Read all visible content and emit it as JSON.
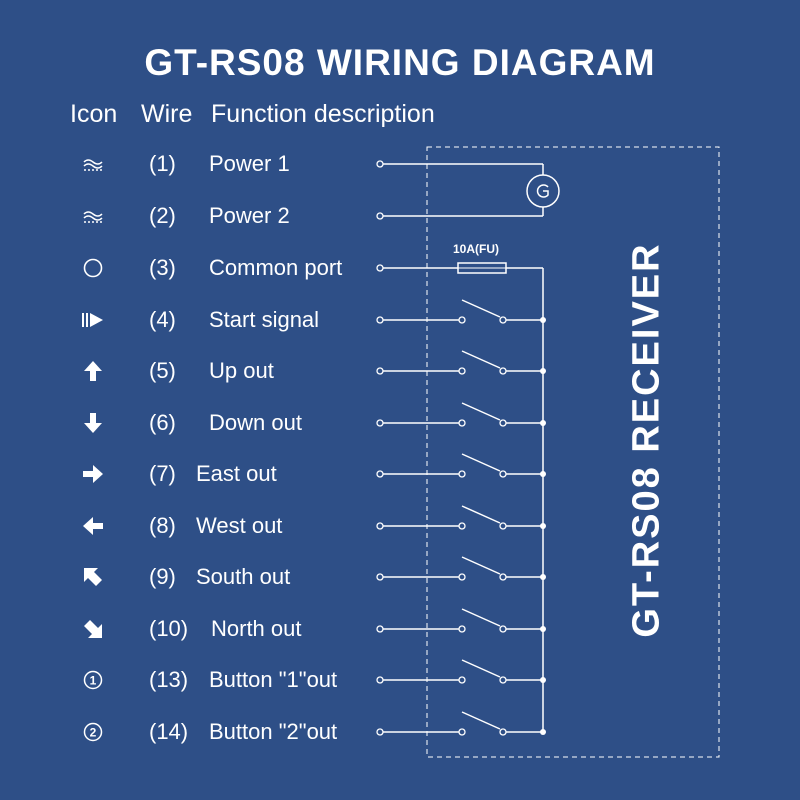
{
  "title": "GT-RS08 WIRING DIAGRAM",
  "headers": {
    "icon": "Icon",
    "wire": "Wire",
    "function": "Function description"
  },
  "rows": [
    {
      "icon": "ac-power-icon",
      "wire": "(1)",
      "function": "Power 1"
    },
    {
      "icon": "ac-power-icon",
      "wire": "(2)",
      "function": "Power 2"
    },
    {
      "icon": "circle-icon",
      "wire": "(3)",
      "function": "Common port"
    },
    {
      "icon": "start-icon",
      "wire": "(4)",
      "function": "Start signal"
    },
    {
      "icon": "arrow-up-icon",
      "wire": "(5)",
      "function": "Up out"
    },
    {
      "icon": "arrow-down-icon",
      "wire": "(6)",
      "function": "Down out"
    },
    {
      "icon": "arrow-right-icon",
      "wire": "(7)",
      "function": "East out"
    },
    {
      "icon": "arrow-left-icon",
      "wire": "(8)",
      "function": "West out"
    },
    {
      "icon": "arrow-up-left-icon",
      "wire": "(9)",
      "function": "South out"
    },
    {
      "icon": "arrow-down-right-icon",
      "wire": "(10)",
      "function": "North out"
    },
    {
      "icon": "circled-one-icon",
      "wire": "(13)",
      "function": "Button \"1\"out"
    },
    {
      "icon": "circled-two-icon",
      "wire": "(14)",
      "function": "Button \"2\"out"
    }
  ],
  "fuse_label": "10A(FU)",
  "receiver_label": "GT-RS08 RECEIVER",
  "colors": {
    "background": "#2e4f87",
    "line": "#ffffff"
  }
}
